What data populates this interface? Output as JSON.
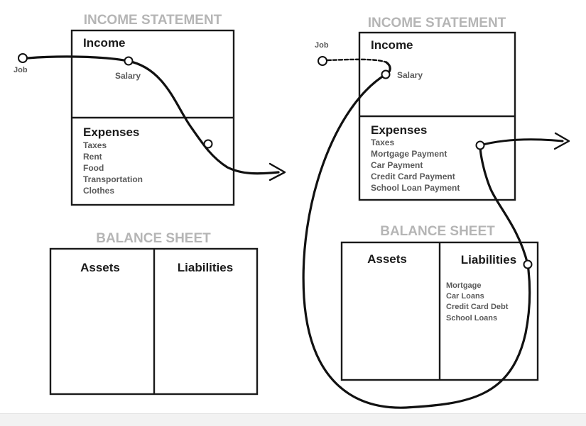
{
  "left": {
    "income_statement": {
      "title": "INCOME STATEMENT",
      "income_label": "Income",
      "job_label": "Job",
      "salary_label": "Salary",
      "expenses_label": "Expenses",
      "expenses": [
        "Taxes",
        "Rent",
        "Food",
        "Transportation",
        "Clothes"
      ]
    },
    "balance_sheet": {
      "title": "BALANCE SHEET",
      "assets_label": "Assets",
      "liabilities_label": "Liabilities"
    }
  },
  "right": {
    "income_statement": {
      "title": "INCOME STATEMENT",
      "income_label": "Income",
      "job_label": "Job",
      "salary_label": "Salary",
      "expenses_label": "Expenses",
      "expenses": [
        "Taxes",
        "Mortgage Payment",
        "Car Payment",
        "Credit Card Payment",
        "School Loan Payment"
      ]
    },
    "balance_sheet": {
      "title": "BALANCE SHEET",
      "assets_label": "Assets",
      "liabilities_label": "Liabilities",
      "liabilities": [
        "Mortgage",
        "Car Loans",
        "Credit Card Debt",
        "School Loans"
      ]
    }
  }
}
